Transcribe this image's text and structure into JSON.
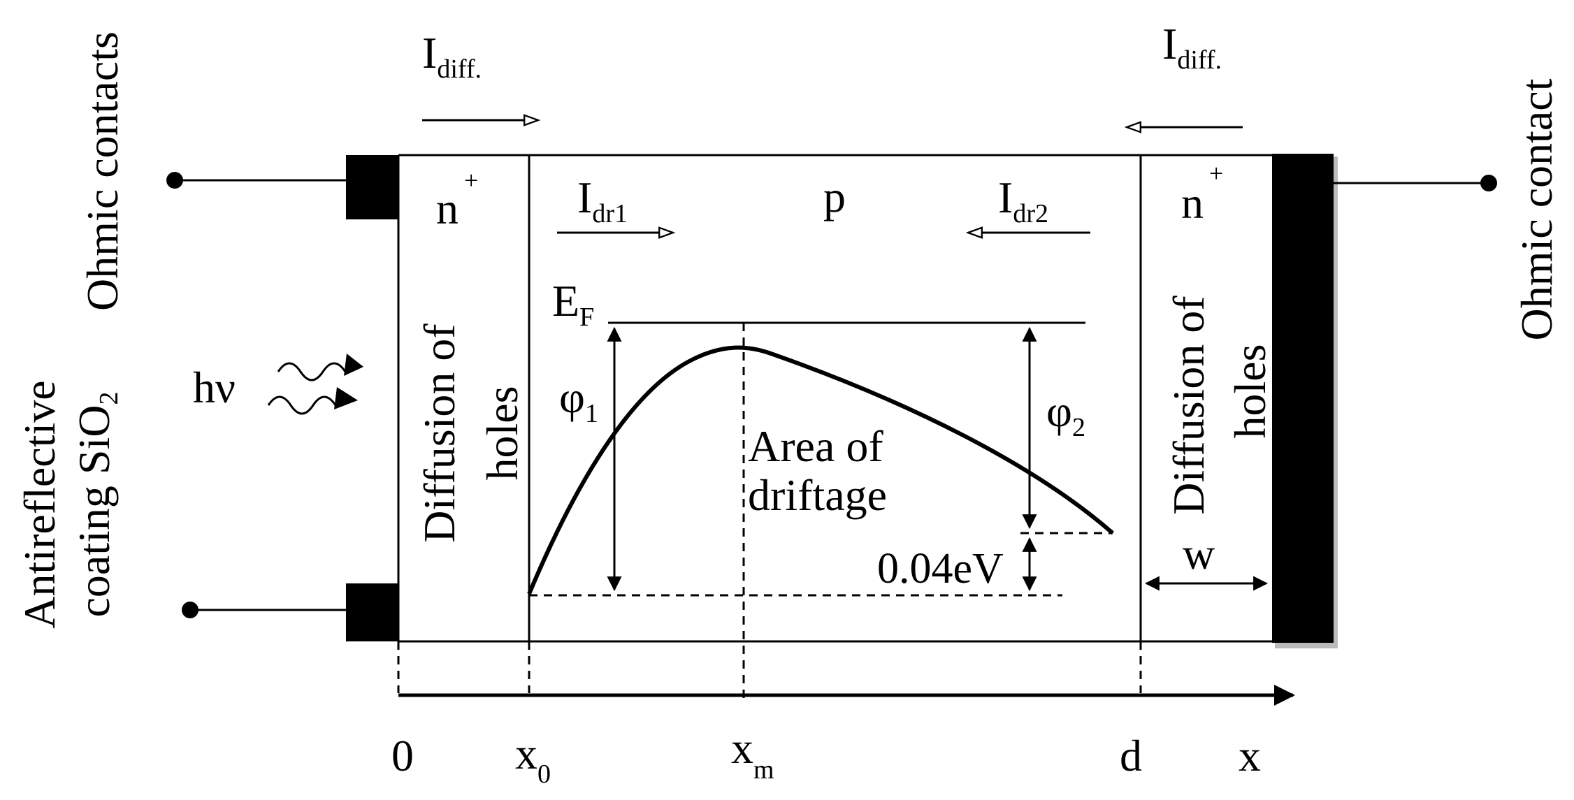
{
  "labels": {
    "ohmic_contacts": "Ohmic contacts",
    "ohmic_contact": "Ohmic contact",
    "antireflective_line1": "Antireflective",
    "antireflective_line2": "coating SiO",
    "antireflective_sub": "2",
    "hv": "hν",
    "i_diff_main": "I",
    "i_diff_sub": "diff.",
    "i_dr1_main": "I",
    "i_dr1_sub": "dr1",
    "i_dr2_main": "I",
    "i_dr2_sub": "dr2",
    "n_plus_main": "n",
    "n_plus_sup": "+",
    "p": "p",
    "ef_main": "E",
    "ef_sub": "F",
    "phi1_main": "φ",
    "phi1_sub": "1",
    "phi2_main": "φ",
    "phi2_sub": "2",
    "area_line1": "Area of",
    "area_line2": "driftage",
    "diff_holes_line1": "Diffusion of",
    "diff_holes_line2": "holes",
    "energy_gap": "0.04eV",
    "w": "w"
  },
  "axis": {
    "tick_0": "0",
    "tick_x0_main": "x",
    "tick_x0_sub": "0",
    "tick_xm_main": "x",
    "tick_xm_sub": "m",
    "tick_d": "d",
    "axis_label": "x"
  }
}
